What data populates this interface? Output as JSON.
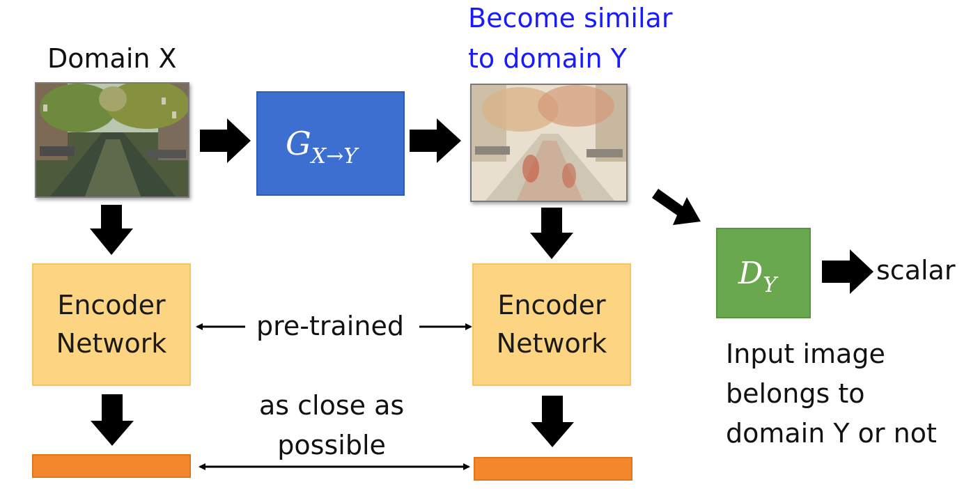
{
  "labels": {
    "domain_x": "Domain X",
    "become_similar_line1": "Become similar",
    "become_similar_line2": "to domain Y",
    "generator_base": "G",
    "generator_sub": "X→Y",
    "discriminator_base": "D",
    "discriminator_sub": "Y",
    "encoder_left_line1": "Encoder",
    "encoder_left_line2": "Network",
    "encoder_right_line1": "Encoder",
    "encoder_right_line2": "Network",
    "pre_trained": "pre-trained",
    "close_line1": "as close as",
    "close_line2": "possible",
    "scalar": "scalar",
    "input_line1": "Input image",
    "input_line2": "belongs to",
    "input_line3": "domain Y or not"
  },
  "colors": {
    "generator_box": "#3d6fd1",
    "discriminator_box": "#6aa84f",
    "encoder_box": "#fdd582",
    "vector_bar": "#f4872c",
    "highlight_text": "#1a1aff",
    "arrow": "#000000"
  }
}
